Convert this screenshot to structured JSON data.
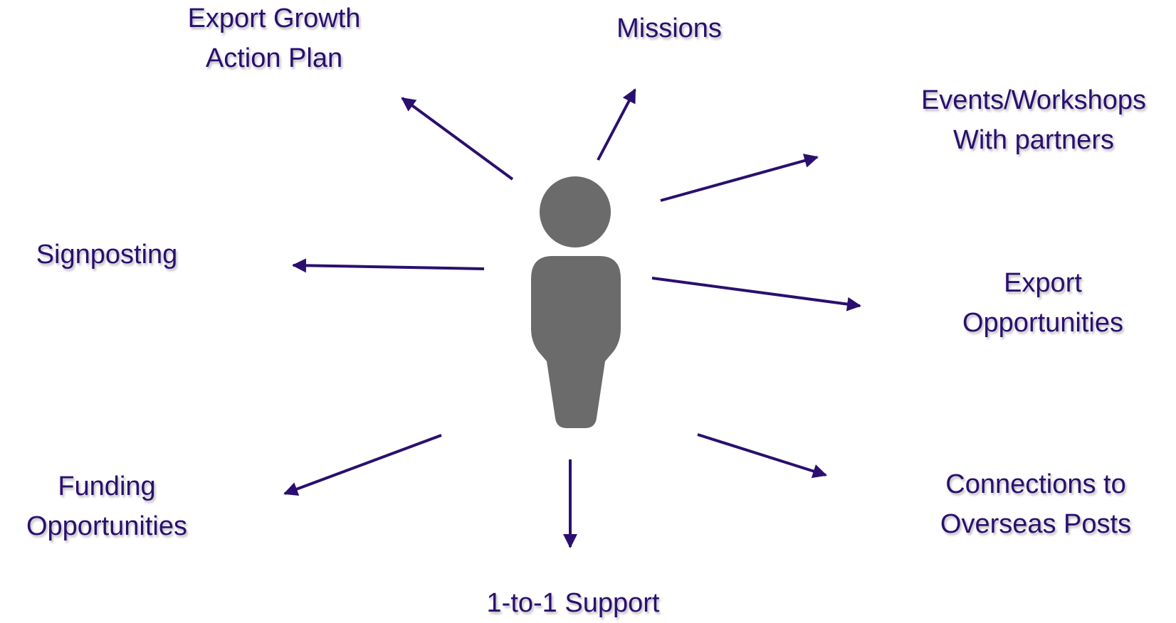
{
  "colors": {
    "arrow": "#2a0f6e",
    "text": "#2a0f6e",
    "person": "#6b6b6b"
  },
  "center": {
    "icon": "person-icon"
  },
  "nodes": [
    {
      "id": "export-growth-action-plan",
      "lines": [
        "Export Growth",
        "Action Plan"
      ]
    },
    {
      "id": "missions",
      "lines": [
        "Missions"
      ]
    },
    {
      "id": "events-workshops",
      "lines": [
        "Events/Workshops",
        "With partners"
      ]
    },
    {
      "id": "signposting",
      "lines": [
        "Signposting"
      ]
    },
    {
      "id": "export-opportunities",
      "lines": [
        "Export",
        "Opportunities"
      ]
    },
    {
      "id": "funding-opportunities",
      "lines": [
        "Funding",
        "Opportunities"
      ]
    },
    {
      "id": "one-to-one-support",
      "lines": [
        "1-to-1 Support"
      ]
    },
    {
      "id": "connections-overseas-posts",
      "lines": [
        "Connections to",
        "Overseas Posts"
      ]
    }
  ]
}
